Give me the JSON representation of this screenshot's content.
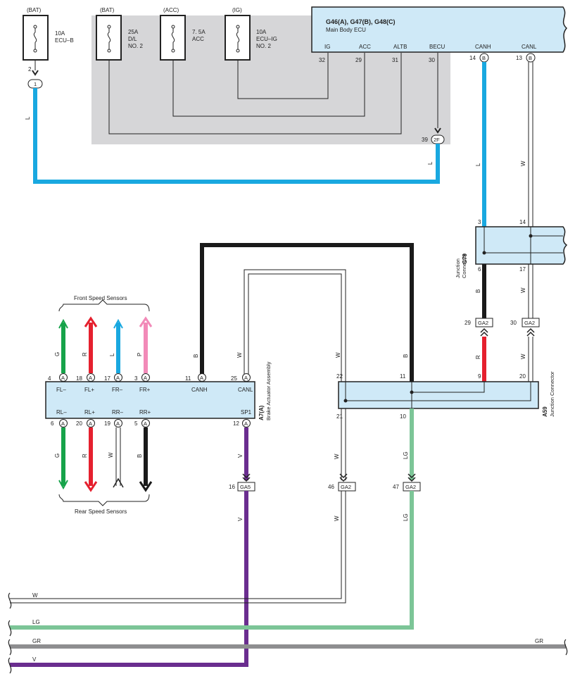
{
  "power_sources": [
    {
      "id": "bat1",
      "source": "(BAT)",
      "amp": "10A",
      "name": [
        "ECU–B"
      ],
      "pin": "2",
      "conn": "1"
    },
    {
      "id": "bat2",
      "source": "(BAT)",
      "amp": "25A",
      "name": [
        "D/L",
        "NO. 2"
      ]
    },
    {
      "id": "acc",
      "source": "(ACC)",
      "amp": "7. 5A",
      "name": [
        "ACC"
      ]
    },
    {
      "id": "ig",
      "source": "(IG)",
      "amp": "10A",
      "name": [
        "ECU–IG",
        "NO. 2"
      ]
    }
  ],
  "main_ecu": {
    "title": "G46(A), G47(B), G48(C)",
    "subtitle": "Main Body ECU",
    "terminals": [
      {
        "label": "IG",
        "pin": "32"
      },
      {
        "label": "ACC",
        "pin": "29"
      },
      {
        "label": "ALTB",
        "pin": "31"
      },
      {
        "label": "BECU",
        "pin": "30"
      },
      {
        "label": "CANH",
        "pin": "14",
        "conn": "B"
      },
      {
        "label": "CANL",
        "pin": "13",
        "conn": "B"
      }
    ],
    "becu_connector": {
      "pin": "39",
      "conn": "2F"
    }
  },
  "junction_g79": {
    "code": "G79",
    "name": [
      "Junction",
      "Connector"
    ],
    "pins": {
      "top_left": "3",
      "top_right": "14",
      "bottom_left": "6",
      "bottom_right": "17"
    },
    "out_connectors": [
      {
        "pin": "29",
        "conn": "GA2"
      },
      {
        "pin": "30",
        "conn": "GA2"
      }
    ]
  },
  "brake_actuator": {
    "code": "A7(A)",
    "name": "Brake Actuator Assembly",
    "top_terminals": [
      {
        "label": "FL–",
        "pin": "4",
        "conn": "A",
        "wire": "G"
      },
      {
        "label": "FL+",
        "pin": "18",
        "conn": "A",
        "wire": "R"
      },
      {
        "label": "FR–",
        "pin": "17",
        "conn": "A",
        "wire": "L"
      },
      {
        "label": "FR+",
        "pin": "3",
        "conn": "A",
        "wire": "P"
      },
      {
        "label": "CANH",
        "pin": "11",
        "conn": "A",
        "wire": "B"
      },
      {
        "label": "CANL",
        "pin": "25",
        "conn": "A",
        "wire": "W"
      }
    ],
    "bottom_terminals": [
      {
        "label": "RL–",
        "pin": "6",
        "conn": "A",
        "wire": "G"
      },
      {
        "label": "RL+",
        "pin": "20",
        "conn": "A",
        "wire": "R"
      },
      {
        "label": "RR–",
        "pin": "19",
        "conn": "A",
        "wire": "W"
      },
      {
        "label": "RR+",
        "pin": "5",
        "conn": "A",
        "wire": "B"
      },
      {
        "label": "SP1",
        "pin": "12",
        "conn": "A",
        "wire": "V"
      }
    ],
    "front_label": "Front Speed Sensors",
    "rear_label": "Rear Speed Sensors",
    "sp1_connector": {
      "pin": "16",
      "conn": "GA5"
    }
  },
  "junction_a59": {
    "code": "A59",
    "name": "Junction Connector",
    "pins": {
      "top1": "22",
      "top2": "11",
      "top3": "9",
      "top4": "20",
      "bottom1": "21",
      "bottom2": "10"
    },
    "out_connectors": [
      {
        "pin": "46",
        "conn": "GA2"
      },
      {
        "pin": "47",
        "conn": "GA2"
      }
    ]
  },
  "wire_labels": {
    "L": "L",
    "W": "W",
    "B": "B",
    "R": "R",
    "LG": "LG",
    "V": "V",
    "GR": "GR"
  },
  "bus_lines": [
    {
      "label": "W",
      "color": "#ffffff"
    },
    {
      "label": "LG",
      "color": "#7cc597"
    },
    {
      "label": "GR",
      "color": "#8e8e90"
    },
    {
      "label": "V",
      "color": "#6a2d8f"
    }
  ],
  "colors": {
    "blue": "#19a8e0",
    "black": "#1a1a1a",
    "red": "#e5202e",
    "green": "#16a34a",
    "pink": "#f28ab8",
    "violet": "#6a2d8f",
    "light_green": "#7cc597",
    "gray": "#8e8e90",
    "box_fill": "#cfe9f7",
    "shade": "#d6d6d8"
  }
}
